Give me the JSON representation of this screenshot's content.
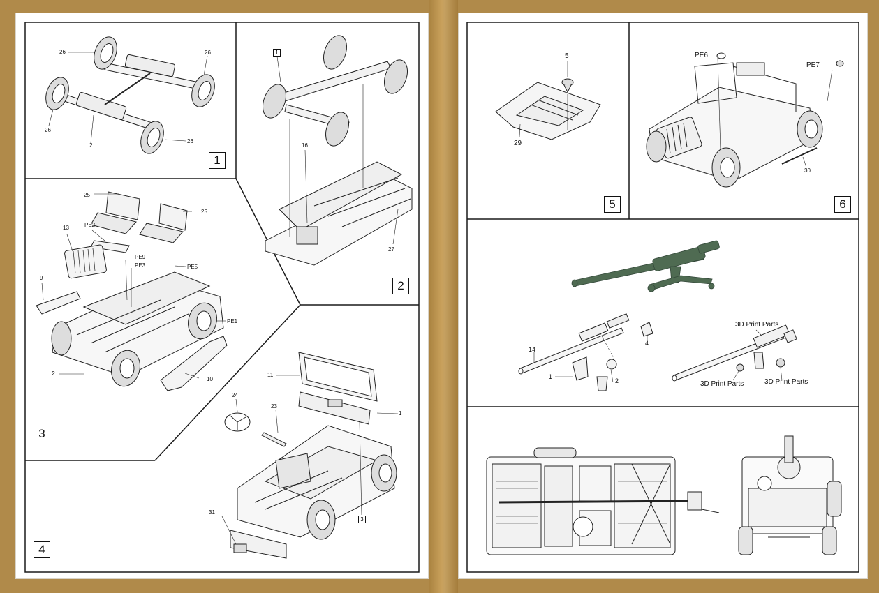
{
  "steps": {
    "s1": "1",
    "s2": "2",
    "s3": "3",
    "s4": "4",
    "s5": "5",
    "s6": "6"
  },
  "step1": {
    "wheel_labels": [
      "26",
      "26",
      "26",
      "26"
    ],
    "axle_label": "2"
  },
  "step2": {
    "ref": "1",
    "part16": "16",
    "part27": "27"
  },
  "step3": {
    "part25a": "25",
    "part25b": "25",
    "part13": "13",
    "pe2": "PE2",
    "pe9": "PE9",
    "pe3": "PE3",
    "pe5": "PE5",
    "part9": "9",
    "pe1": "PE1",
    "ref2": "2",
    "part10": "10"
  },
  "step4": {
    "part11": "11",
    "part1": "1",
    "part24": "24",
    "part23": "23",
    "part31": "31",
    "ref3": "3"
  },
  "step5": {
    "part5": "5",
    "part29": "29"
  },
  "step6": {
    "pe6": "PE6",
    "pe7": "PE7",
    "part30": "30"
  },
  "gun": {
    "part14": "14",
    "part1": "1",
    "part2": "2",
    "part4": "4",
    "print_title": "3D Print Parts",
    "print_left": "3D Print Parts",
    "print_right": "3D Print Parts"
  },
  "colors": {
    "border": "#b08a4a",
    "gun_green": "#4f6b52",
    "line": "#1a1a1a"
  }
}
